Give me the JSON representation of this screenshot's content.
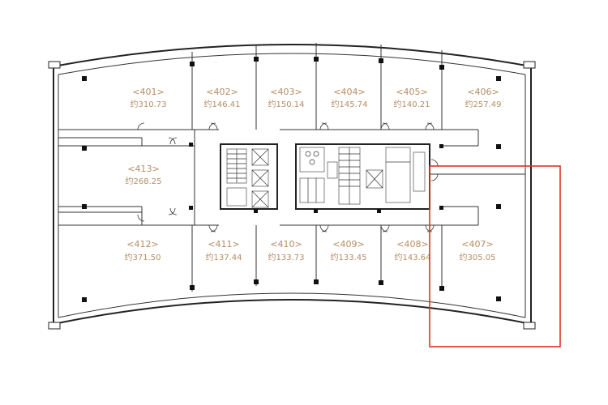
{
  "rooms": [
    {
      "code": "<401>",
      "area": "约310.73"
    },
    {
      "code": "<402>",
      "area": "约146.41"
    },
    {
      "code": "<403>",
      "area": "约150.14"
    },
    {
      "code": "<404>",
      "area": "约145.74"
    },
    {
      "code": "<405>",
      "area": "约140.21"
    },
    {
      "code": "<406>",
      "area": "约257.49"
    },
    {
      "code": "<413>",
      "area": "约268.25"
    },
    {
      "code": "<412>",
      "area": "约371.50"
    },
    {
      "code": "<411>",
      "area": "约137.44"
    },
    {
      "code": "<410>",
      "area": "约133.73"
    },
    {
      "code": "<409>",
      "area": "约133.45"
    },
    {
      "code": "<408>",
      "area": "约143.64"
    },
    {
      "code": "<407>",
      "area": "约305.05"
    }
  ],
  "colors": {
    "label": "#b58d63",
    "highlight": "#d9342b",
    "wall": "#222222"
  }
}
